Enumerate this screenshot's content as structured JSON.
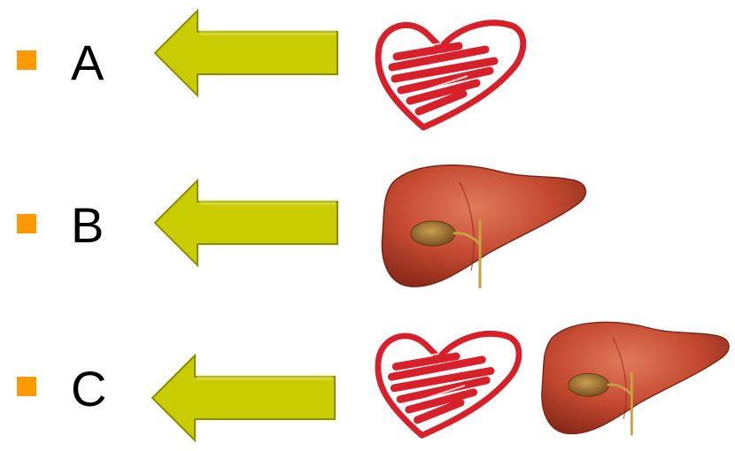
{
  "rows": [
    {
      "letter": "A",
      "icons": [
        "heart-icon"
      ]
    },
    {
      "letter": "B",
      "icons": [
        "liver-icon"
      ]
    },
    {
      "letter": "C",
      "icons": [
        "heart-icon",
        "liver-icon"
      ]
    }
  ],
  "colors": {
    "bullet": "#ff9900",
    "arrow_fill": "#c8cc00",
    "arrow_stroke": "#8a8f00",
    "heart": "#d8202a",
    "liver": "#b5432b"
  }
}
